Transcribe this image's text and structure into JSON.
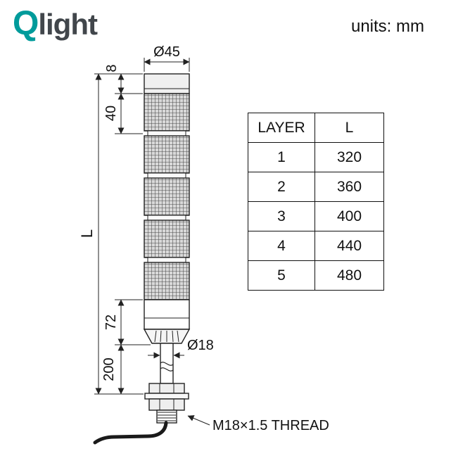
{
  "brand": {
    "logo_q": "Q",
    "logo_rest": "light"
  },
  "units_label": "units: mm",
  "drawing": {
    "dim_diameter_top": "Ø45",
    "dim_cap": "8",
    "dim_module": "40",
    "dim_overall": "L",
    "dim_body": "72",
    "dim_base": "200",
    "dim_pole": "Ø18",
    "thread_label": "M18×1.5 THREAD"
  },
  "table": {
    "headers": [
      "LAYER",
      "L"
    ],
    "rows": [
      {
        "layer": "1",
        "l": "320"
      },
      {
        "layer": "2",
        "l": "360"
      },
      {
        "layer": "3",
        "l": "400"
      },
      {
        "layer": "4",
        "l": "440"
      },
      {
        "layer": "5",
        "l": "480"
      }
    ]
  },
  "colors": {
    "brand_teal": "#009b9b",
    "text_dark": "#41464b",
    "line": "#222222"
  }
}
